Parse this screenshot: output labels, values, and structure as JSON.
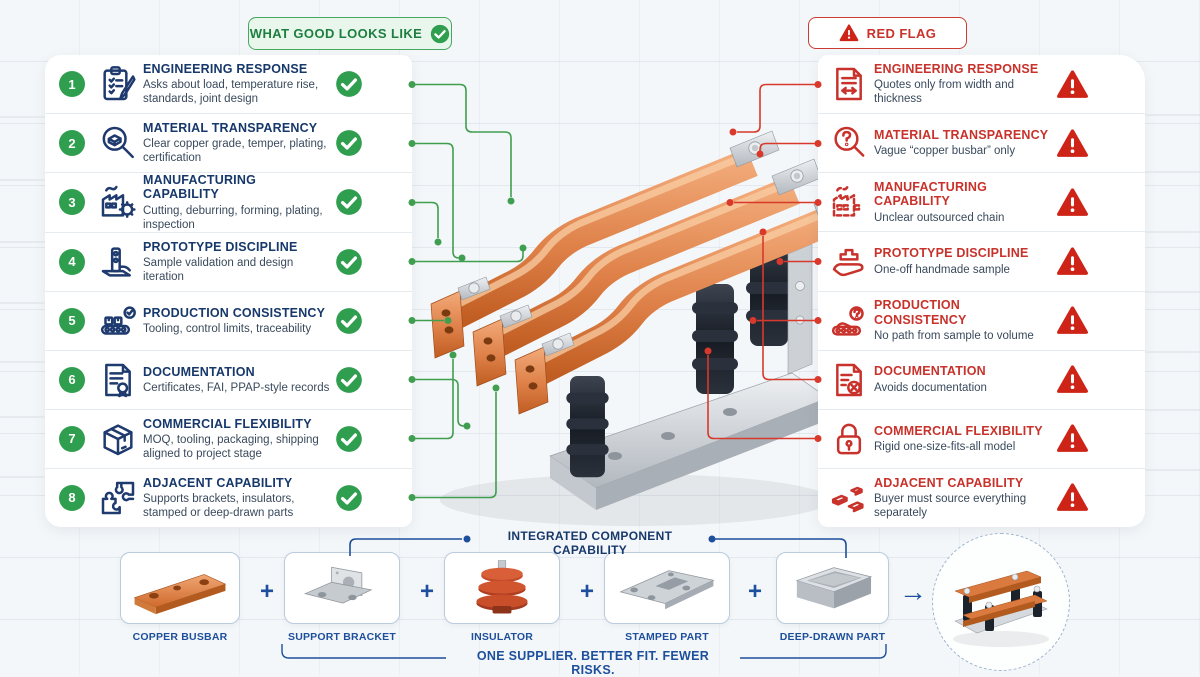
{
  "badges": {
    "good": "WHAT GOOD LOOKS LIKE",
    "red": "RED FLAG"
  },
  "good_panel": {
    "items": [
      {
        "num": "1",
        "title": "ENGINEERING RESPONSE",
        "desc": "Asks about load, temperature rise, standards, joint design",
        "icon": "clipboard-checklist-icon"
      },
      {
        "num": "2",
        "title": "MATERIAL TRANSPARENCY",
        "desc": "Clear copper grade, temper, plating, certification",
        "icon": "magnifier-material-icon"
      },
      {
        "num": "3",
        "title": "MANUFACTURING CAPABILITY",
        "desc": "Cutting, deburring, forming, plating, inspection",
        "icon": "factory-gear-icon"
      },
      {
        "num": "4",
        "title": "PROTOTYPE DISCIPLINE",
        "desc": "Sample validation and design iteration",
        "icon": "prototype-part-icon"
      },
      {
        "num": "5",
        "title": "PRODUCTION CONSISTENCY",
        "desc": "Tooling, control limits, traceability",
        "icon": "conveyor-check-icon"
      },
      {
        "num": "6",
        "title": "DOCUMENTATION",
        "desc": "Certificates, FAI, PPAP-style records",
        "icon": "certificate-document-icon"
      },
      {
        "num": "7",
        "title": "COMMERCIAL FLEXIBILITY",
        "desc": "MOQ, tooling, packaging, shipping aligned to project stage",
        "icon": "package-box-icon"
      },
      {
        "num": "8",
        "title": "ADJACENT CAPABILITY",
        "desc": "Supports brackets, insulators, stamped or deep-drawn parts",
        "icon": "puzzle-pieces-icon"
      }
    ]
  },
  "red_panel": {
    "items": [
      {
        "title": "ENGINEERING RESPONSE",
        "desc": "Quotes only from width and thickness",
        "icon": "document-width-arrow-icon"
      },
      {
        "title": "MATERIAL TRANSPARENCY",
        "desc": "Vague “copper busbar” only",
        "icon": "magnifier-question-icon"
      },
      {
        "title": "MANUFACTURING CAPABILITY",
        "desc": "Unclear outsourced chain",
        "icon": "factory-dashed-icon"
      },
      {
        "title": "PROTOTYPE DISCIPLINE",
        "desc": "One-off handmade sample",
        "icon": "hand-sample-icon"
      },
      {
        "title": "PRODUCTION CONSISTENCY",
        "desc": "No path from sample to volume",
        "icon": "conveyor-question-icon"
      },
      {
        "title": "DOCUMENTATION",
        "desc": "Avoids documentation",
        "icon": "document-x-icon"
      },
      {
        "title": "COMMERCIAL FLEXIBILITY",
        "desc": "Rigid one-size-fits-all model",
        "icon": "padlock-icon"
      },
      {
        "title": "ADJACENT CAPABILITY",
        "desc": "Buyer must source everything separately",
        "icon": "scattered-parts-icon"
      }
    ]
  },
  "center_image": {
    "subject": "copper busbar assembly with insulators on aluminum base plate"
  },
  "bottom": {
    "section_title": "INTEGRATED COMPONENT CAPABILITY",
    "parts": [
      {
        "label": "COPPER BUSBAR"
      },
      {
        "label": "SUPPORT BRACKET"
      },
      {
        "label": "INSULATOR"
      },
      {
        "label": "STAMPED PART"
      },
      {
        "label": "DEEP-DRAWN PART"
      }
    ],
    "plus": "+",
    "arrow": "→",
    "tagline": "ONE SUPPLIER. BETTER FIT. FEWER RISKS."
  },
  "colors": {
    "green": "#2f9e4f",
    "red": "#c8322b",
    "navy": "#17386b",
    "label_blue": "#1d4f9c"
  }
}
